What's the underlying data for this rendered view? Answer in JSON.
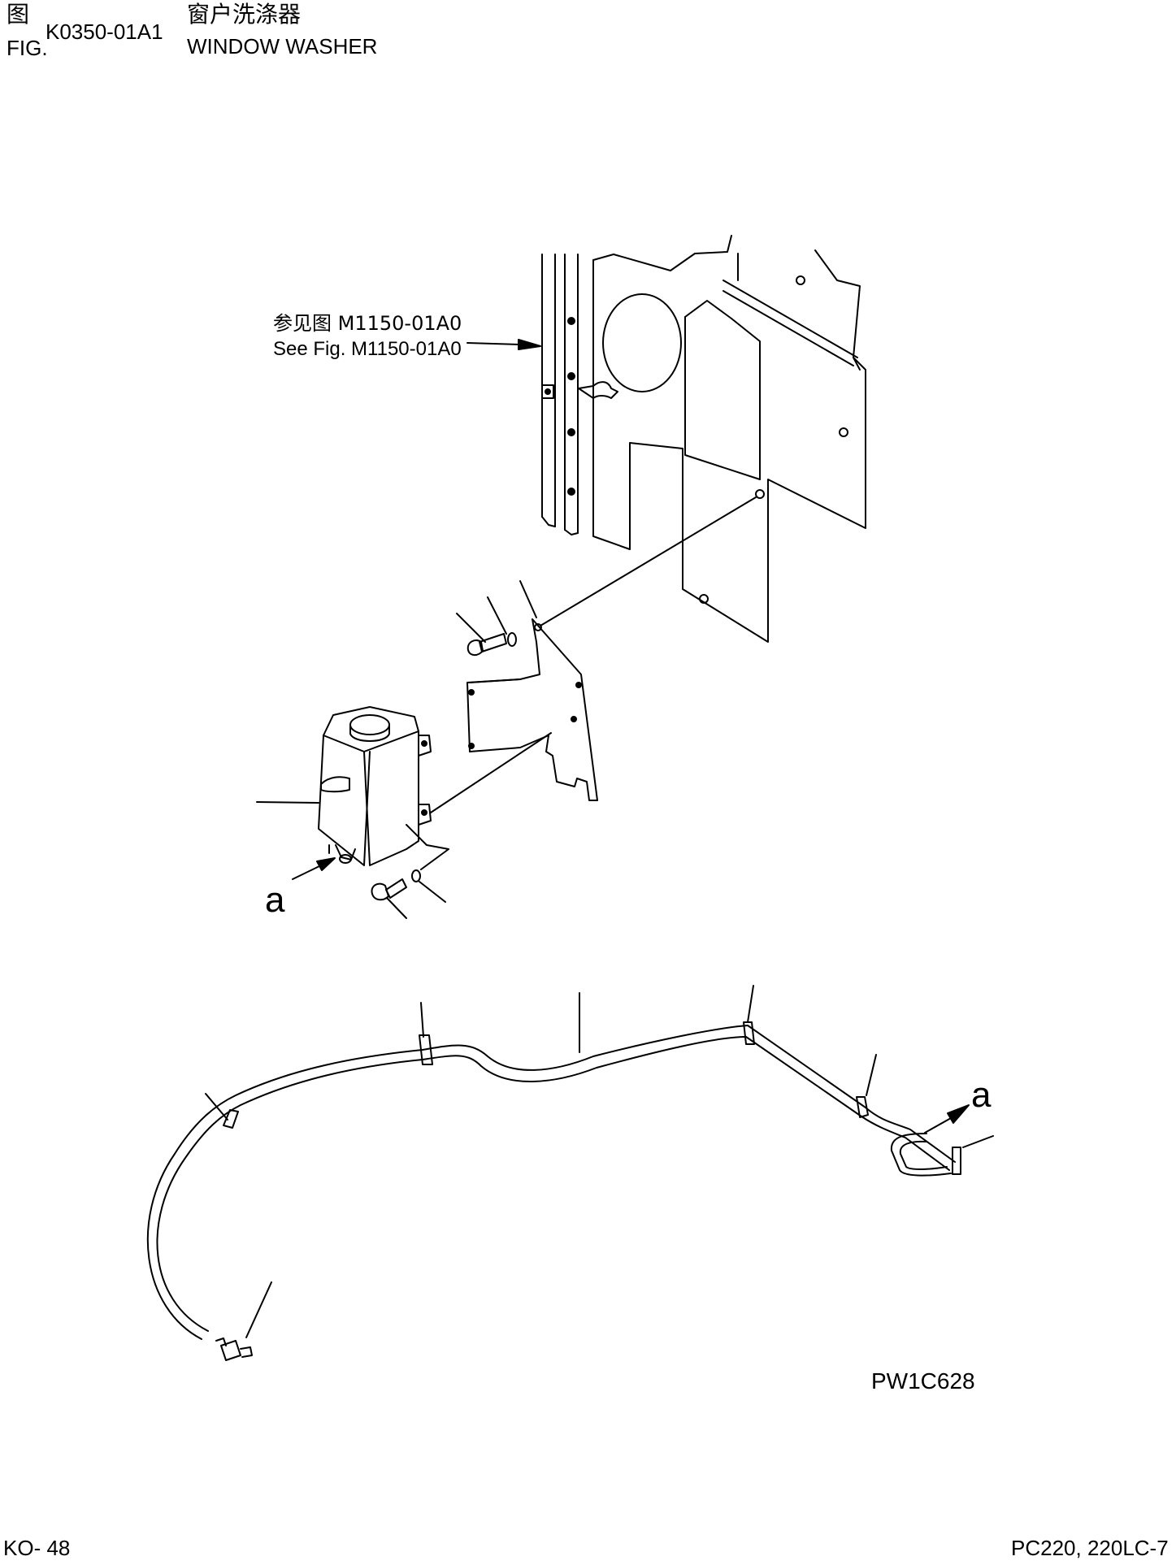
{
  "header": {
    "fig_label_zh": "图",
    "fig_label_en": "FIG.",
    "fig_number": "K0350-01A1",
    "title_zh": "窗户洗涤器",
    "title_en": "WINDOW WASHER"
  },
  "reference": {
    "zh": "参见图 M1150-01A0",
    "en": "See Fig. M1150-01A0"
  },
  "detail_labels": [
    "a",
    "a"
  ],
  "illustration_id": "PW1C628",
  "footer": {
    "page": "KO- 48",
    "model": "PC220, 220LC-7"
  }
}
